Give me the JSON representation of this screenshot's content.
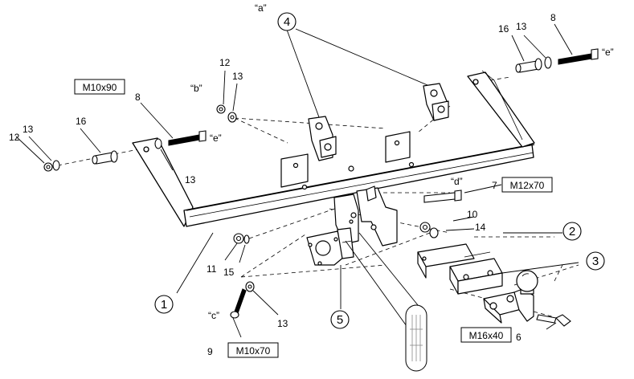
{
  "diagram": {
    "boxed_labels": {
      "m10x90": "M10x90",
      "m12x70": "M12x70",
      "m16x40": "M16x40",
      "m10x70": "M10x70"
    },
    "quote_labels": {
      "a": "“a”",
      "b": "“b”",
      "c": "“c”",
      "d": "“d”",
      "e_left": "“e”",
      "e_right": "“e”"
    },
    "circled_numbers": {
      "n1": "1",
      "n2": "2",
      "n3": "3",
      "n4": "4",
      "n5": "5"
    },
    "part_numbers": {
      "p12_left": "12",
      "p13_left": "13",
      "p16_left": "16",
      "p8_left": "8",
      "p13_left_lower": "13",
      "p12_b": "12",
      "p13_b": "13",
      "p16_right": "16",
      "p13_right": "13",
      "p8_right": "8",
      "p7": "7",
      "p10": "10",
      "p14": "14",
      "p11": "11",
      "p15": "15",
      "p13_bottom": "13",
      "p9": "9",
      "p6": "6"
    }
  }
}
